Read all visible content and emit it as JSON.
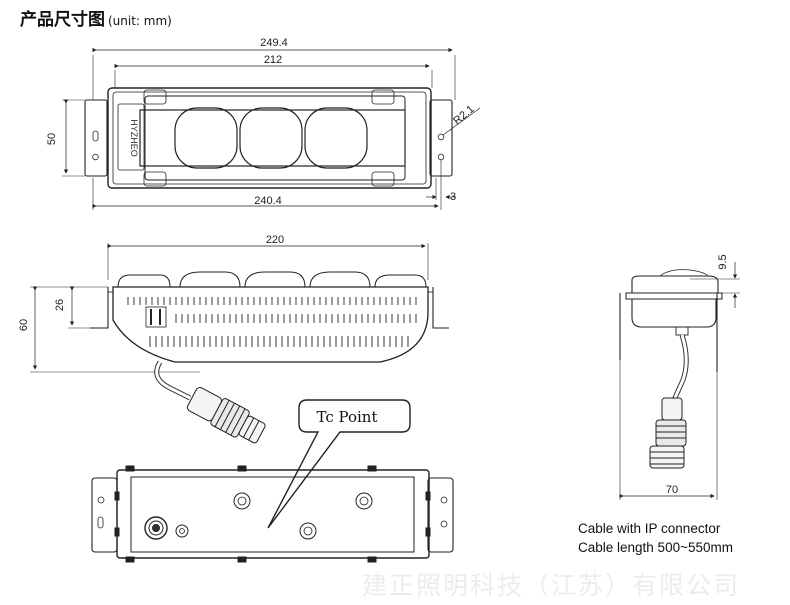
{
  "title": "产品尺寸图",
  "unit": "(unit: mm)",
  "top_view": {
    "width_overall": "249.4",
    "width_body": "212",
    "width_holes": "240.4",
    "height": "50",
    "radius": "R2.1",
    "thickness": "3",
    "brand": "HYZHEO"
  },
  "side_view": {
    "length": "220",
    "height_total": "60",
    "height_bracket": "26"
  },
  "end_view": {
    "top_height": "9.5",
    "width": "70"
  },
  "callout": "Tc Point",
  "cable_note": {
    "line1": "Cable with IP connector",
    "line2": "Cable length 500~550mm"
  },
  "watermark": "建正照明科技（江苏）有限公司"
}
